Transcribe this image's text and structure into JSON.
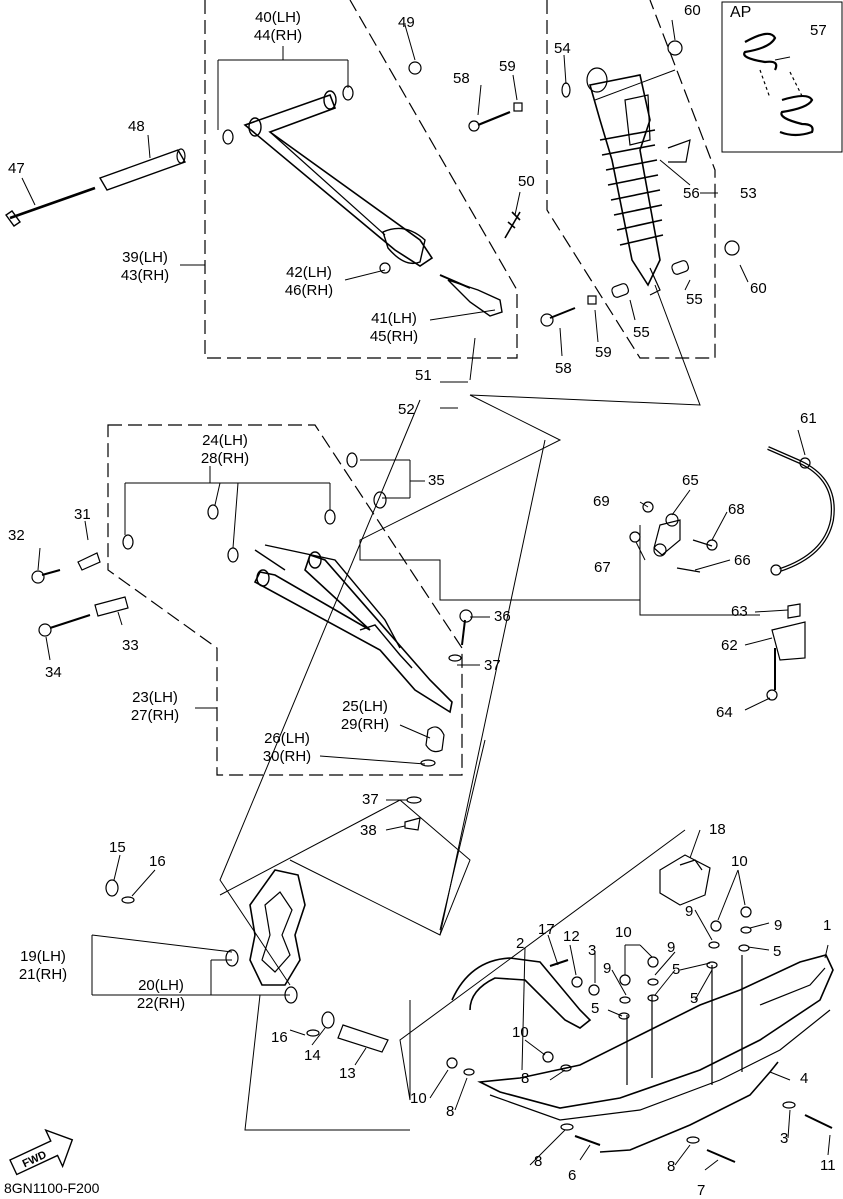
{
  "diagram_code": "8GN1100-F200",
  "inset_title": "AP",
  "fwd_label": "FWD",
  "callouts": {
    "c1": "1",
    "c2": "2",
    "c3a": "3",
    "c3b": "3",
    "c4": "4",
    "c5a": "5",
    "c5b": "5",
    "c5c": "5",
    "c5d": "5",
    "c6": "6",
    "c7": "7",
    "c8a": "8",
    "c8b": "8",
    "c8c": "8",
    "c8d": "8",
    "c9a": "9",
    "c9b": "9",
    "c9c": "9",
    "c9d": "9",
    "c10a": "10",
    "c10b": "10",
    "c10c": "10",
    "c10d": "10",
    "c11": "11",
    "c12": "12",
    "c13": "13",
    "c14": "14",
    "c15": "15",
    "c16a": "16",
    "c16b": "16",
    "c17": "17",
    "c18": "18",
    "c19_21": [
      "19(LH)",
      "21(RH)"
    ],
    "c20_22": [
      "20(LH)",
      "22(RH)"
    ],
    "c23_27": [
      "23(LH)",
      "27(RH)"
    ],
    "c24_28": [
      "24(LH)",
      "28(RH)"
    ],
    "c25_29": [
      "25(LH)",
      "29(RH)"
    ],
    "c26_30": [
      "26(LH)",
      "30(RH)"
    ],
    "c31": "31",
    "c32": "32",
    "c33": "33",
    "c34": "34",
    "c35": "35",
    "c36": "36",
    "c37a": "37",
    "c37b": "37",
    "c38": "38",
    "c39_43": [
      "39(LH)",
      "43(RH)"
    ],
    "c40_44": [
      "40(LH)",
      "44(RH)"
    ],
    "c41_45": [
      "41(LH)",
      "45(RH)"
    ],
    "c42_46": [
      "42(LH)",
      "46(RH)"
    ],
    "c47": "47",
    "c48": "48",
    "c49": "49",
    "c50": "50",
    "c51": "51",
    "c52": "52",
    "c53": "53",
    "c54": "54",
    "c55a": "55",
    "c55b": "55",
    "c56": "56",
    "c57": "57",
    "c58a": "58",
    "c58b": "58",
    "c59a": "59",
    "c59b": "59",
    "c60a": "60",
    "c60b": "60",
    "c61": "61",
    "c62": "62",
    "c63": "63",
    "c64": "64",
    "c65": "65",
    "c66": "66",
    "c67": "67",
    "c68": "68",
    "c69": "69"
  }
}
